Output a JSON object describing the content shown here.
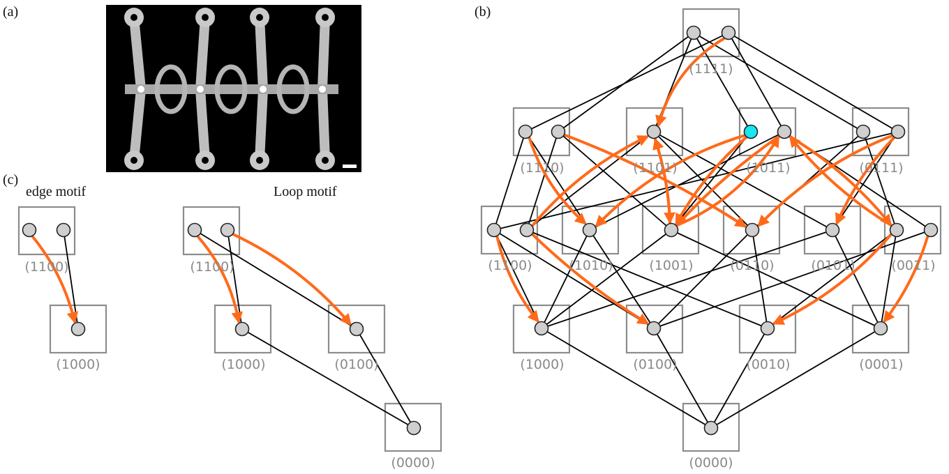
{
  "colors": {
    "node_fill": "#cfcfcf",
    "active_node_fill": "#19e6f0",
    "edge": "#000000",
    "arrow": "#ff6a1a",
    "box": "#8c8c8c",
    "label": "#8a8a8a"
  },
  "panel_labels": {
    "a": "(a)",
    "b": "(b)",
    "c": "(c)"
  },
  "photo": {
    "background": "#000000",
    "description_icon": "photo-of-coupled-beams"
  },
  "motifs": {
    "edge_title": "edge motif",
    "loop_title": "Loop motif",
    "edge_states": [
      "(1100)",
      "(1000)"
    ],
    "loop_states": [
      "(1100)",
      "(1000)",
      "(0100)",
      "(0000)"
    ]
  },
  "lattice": {
    "states": [
      "(1111)",
      "(1110)",
      "(1101)",
      "(1011)",
      "(0111)",
      "(1100)",
      "(1010)",
      "(1001)",
      "(0110)",
      "(0101)",
      "(0011)",
      "(1000)",
      "(0100)",
      "(0010)",
      "(0001)",
      "(0000)"
    ],
    "active_node": "(1011)-left"
  }
}
